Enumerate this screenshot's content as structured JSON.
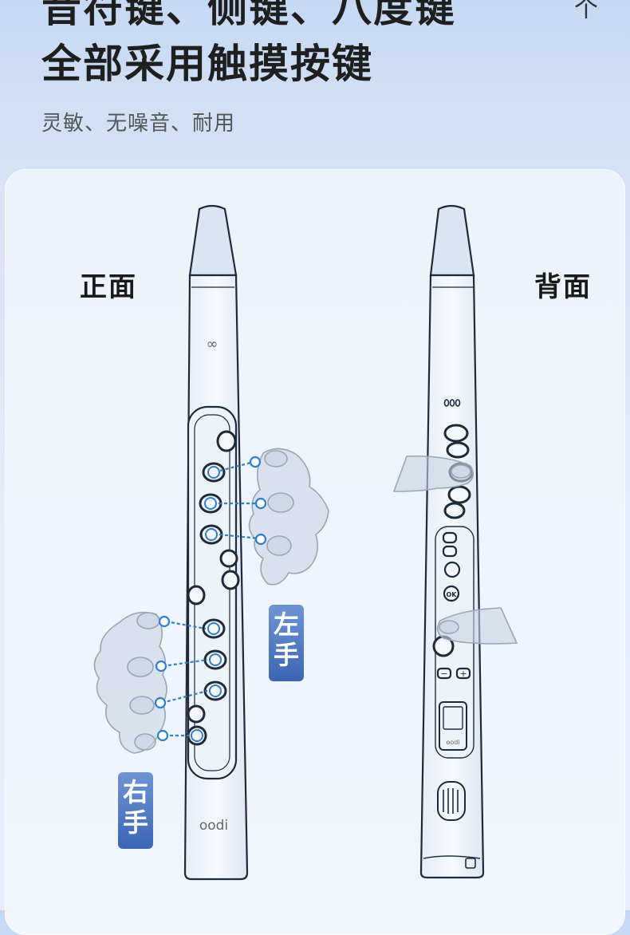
{
  "headline_line1": "音符键、侧键、八度键",
  "headline_line2": "全部采用触摸按键",
  "subtitle": "灵敏、无噪音、耐用",
  "top_right_mark": "个",
  "front_label": "正面",
  "back_label": "背面",
  "left_hand_tag": [
    "左",
    "手"
  ],
  "right_hand_tag": [
    "右",
    "手"
  ],
  "front_top_logo": "∞",
  "front_brand": "oodi",
  "back_screen_brand": "oodi",
  "back_button_labels": {
    "ok": "OK",
    "minus": "−",
    "plus": "+"
  },
  "colors": {
    "accent": "#3b66b5",
    "dot": "#2e7fd0",
    "outline": "#1e2a3a"
  }
}
